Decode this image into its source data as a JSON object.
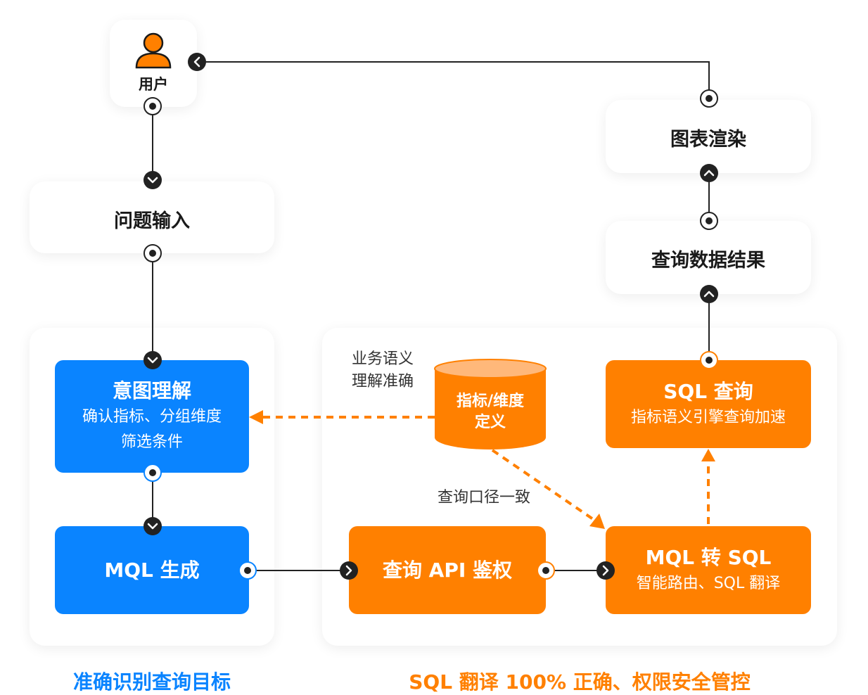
{
  "nodes": {
    "user": {
      "label": "用户",
      "icon": "user-icon"
    },
    "question_input": {
      "label": "问题输入"
    },
    "chart_render": {
      "label": "图表渲染"
    },
    "query_result": {
      "label": "查询数据结果"
    },
    "intent": {
      "title": "意图理解",
      "subtitle_1": "确认指标、分组维度",
      "subtitle_2": "筛选条件"
    },
    "mql_gen": {
      "title": "MQL 生成"
    },
    "api_auth": {
      "title": "查询 API 鉴权"
    },
    "mql_to_sql": {
      "title": "MQL 转 SQL",
      "subtitle": "智能路由、SQL 翻译"
    },
    "sql_query": {
      "title": "SQL 查询",
      "subtitle": "指标语义引擎查询加速"
    },
    "metric_db": {
      "line_1": "指标/维度",
      "line_2": "定义"
    }
  },
  "annotations": {
    "semantic_1": "业务语义",
    "semantic_2": "理解准确",
    "consistency": "查询口径一致"
  },
  "captions": {
    "left": "准确识别查询目标",
    "right": "SQL 翻译 100% 正确、权限安全管控"
  },
  "colors": {
    "blue": "#0a84ff",
    "orange": "#ff8000",
    "connector": "#222222",
    "caption_blue": "#0a84ff",
    "caption_orange": "#ff8000"
  }
}
